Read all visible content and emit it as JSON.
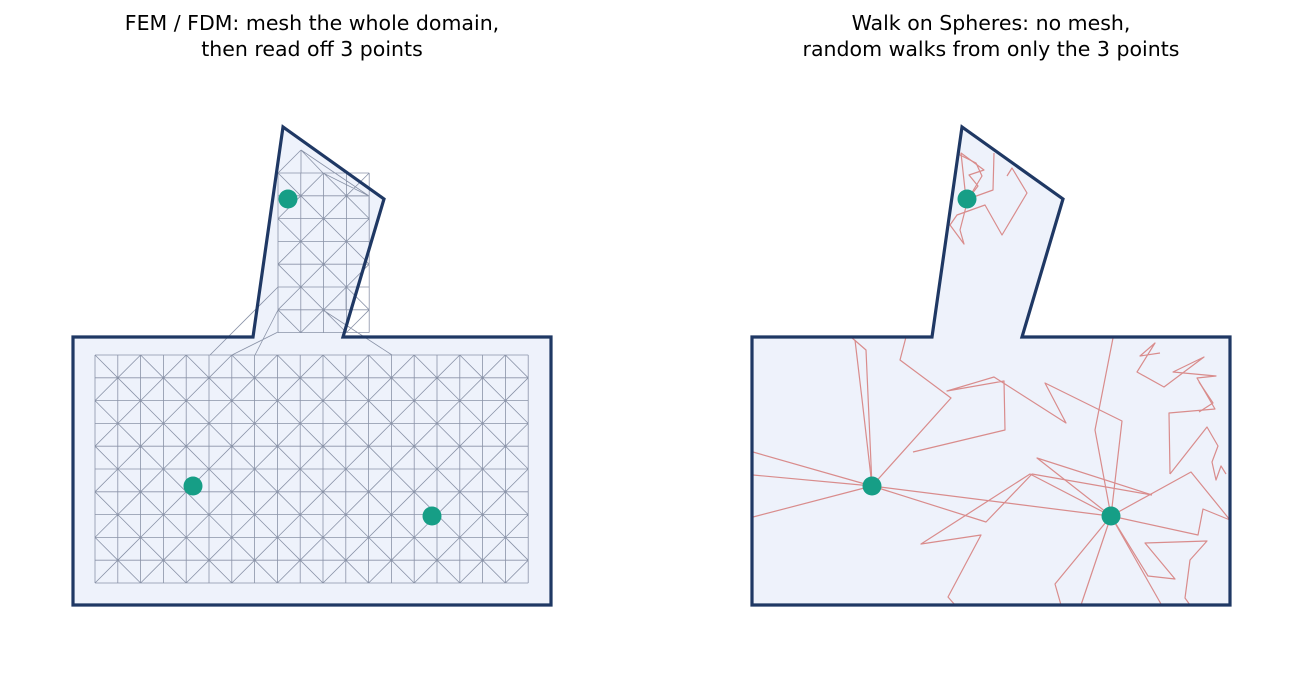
{
  "panels": {
    "left": {
      "title_line1": "FEM / FDM: mesh the whole domain,",
      "title_line2": "then read off 3 points"
    },
    "right": {
      "title_line1": "Walk on Spheres: no mesh,",
      "title_line2": "random walks from only the 3 points"
    }
  },
  "query_points": 3,
  "colors": {
    "domain_fill": "#eef2fb",
    "domain_outline": "#1f3864",
    "mesh_lines": "#8a93a8",
    "walk_lines": "#d98c8c",
    "query_point": "#169e86"
  }
}
